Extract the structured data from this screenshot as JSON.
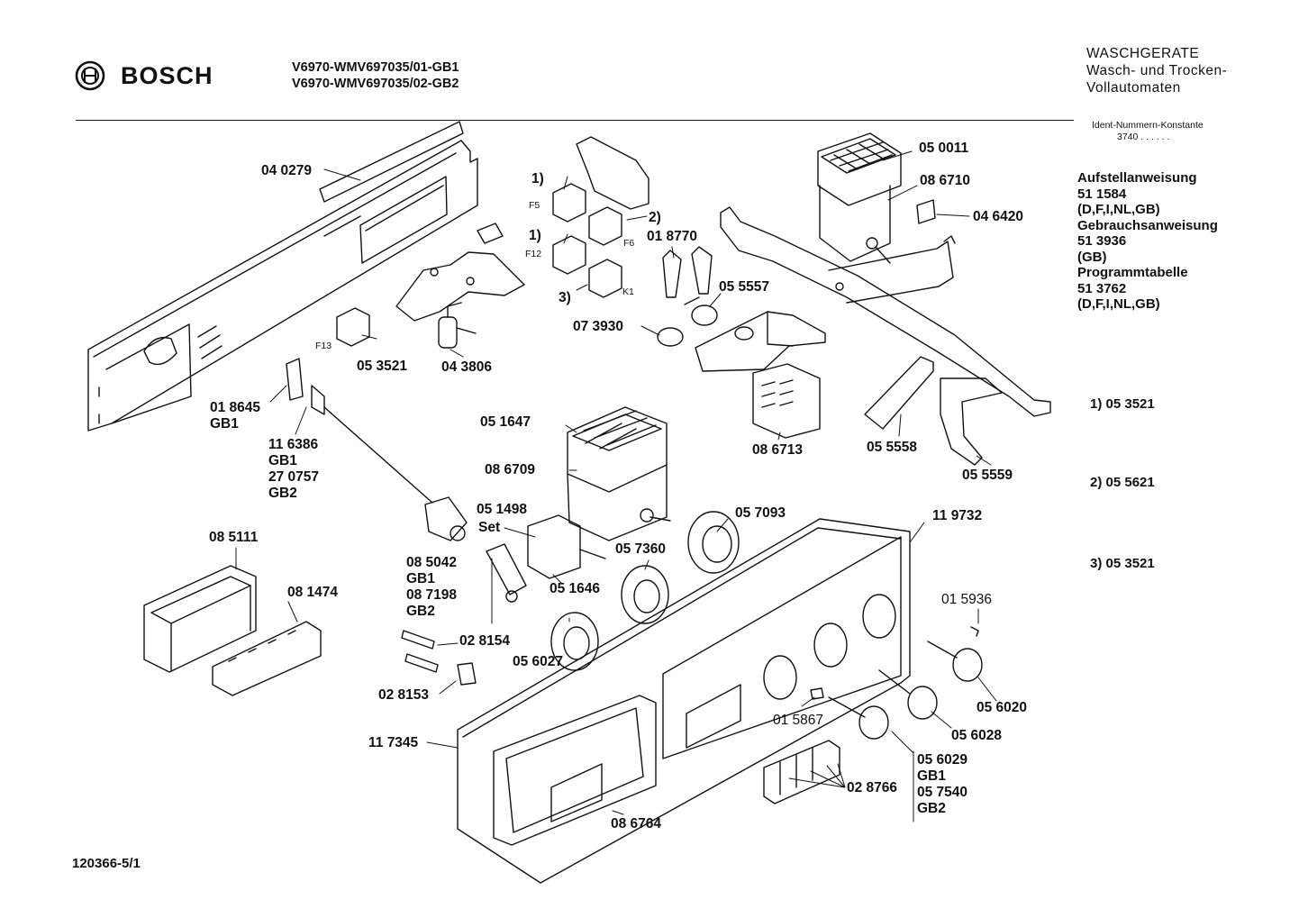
{
  "header": {
    "brand": "BOSCH",
    "models": [
      "V6970-WMV697035/01-GB1",
      "V6970-WMV697035/02-GB2"
    ],
    "category_lines": [
      "WASCHGERATE",
      "Wasch- und Trocken-",
      "Vollautomaten"
    ],
    "ident_label": "Ident-Nummern-Konstante",
    "ident_value": "3740  . .  . . . ."
  },
  "documents": [
    "Aufstellanweisung",
    "51 1584",
    "(D,F,I,NL,GB)",
    "Gebrauchsanweisung",
    "51 3936",
    "(GB)",
    "Programmtabelle",
    "51 3762",
    "(D,F,I,NL,GB)"
  ],
  "footnotes": [
    "1) 05 3521",
    "2) 05 5621",
    "3) 05 3521"
  ],
  "footer_code": "120366-5/1",
  "part_labels": {
    "p040279": "04 0279",
    "p050011": "05 0011",
    "p086710": "08 6710",
    "p046420": "04 6420",
    "p018770": "01 8770",
    "p055557": "05 5557",
    "p073930": "07 3930",
    "p053521": "05 3521",
    "p043806": "04 3806",
    "p018645": "01 8645",
    "gb1_a": "GB1",
    "p116386": "11 6386",
    "gb1_b": "GB1",
    "p270757": "27 0757",
    "gb2_a": "GB2",
    "p051647": "05 1647",
    "p086709": "08 6709",
    "p086713": "08 6713",
    "p055558": "05 5558",
    "p055559": "05 5559",
    "p051498": "05 1498",
    "set": "Set",
    "p057093": "05 7093",
    "p119732": "11 9732",
    "p085111": "08 5111",
    "p081474": "08 1474",
    "p085042": "08 5042",
    "gb1_c": "GB1",
    "p087198": "08 7198",
    "gb2_b": "GB2",
    "p057360": "05 7360",
    "p051646": "05 1646",
    "p015936": "01 5936",
    "p028154": "02 8154",
    "p056027": "05 6027",
    "p028153": "02 8153",
    "p056020": "05 6020",
    "p015867": "01 5867",
    "p056028": "05 6028",
    "p117345": "11 7345",
    "p056029": "05 6029",
    "gb1_d": "GB1",
    "p057540": "05 7540",
    "gb2_c": "GB2",
    "p028766": "02 8766",
    "p086764": "08 6764"
  },
  "switch_tags": {
    "n1a": "1)",
    "f5": "F5",
    "n2": "2)",
    "f6": "F6",
    "n1b": "1)",
    "f12": "F12",
    "n3": "3)",
    "k1": "K1",
    "f13": "F13"
  }
}
